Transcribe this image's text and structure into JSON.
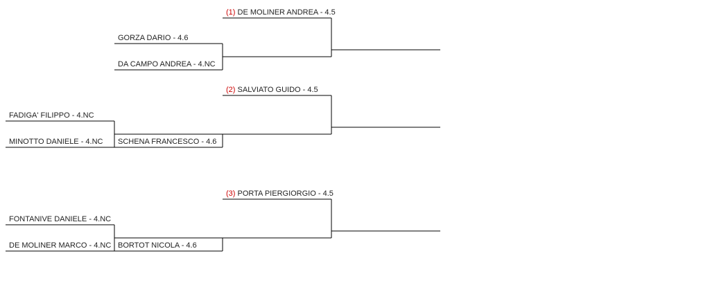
{
  "colors": {
    "line": "#000000",
    "text": "#222222",
    "seed": "#cc0000"
  },
  "groups": [
    {
      "r1": null,
      "r2": [
        {
          "name": "GORZA DARIO - 4.6"
        },
        {
          "name": "DA CAMPO ANDREA - 4.NC"
        }
      ],
      "r3": [
        {
          "seed": "(1)",
          "name": "DE MOLINER ANDREA - 4.5"
        }
      ]
    },
    {
      "r1": [
        {
          "name": "FADIGA' FILIPPO - 4.NC"
        },
        {
          "name": "MINOTTO DANIELE - 4.NC"
        }
      ],
      "r2": [
        {
          "name": "SCHENA FRANCESCO - 4.6"
        }
      ],
      "r3": [
        {
          "seed": "(2)",
          "name": "SALVIATO GUIDO - 4.5"
        }
      ]
    },
    {
      "r1": [
        {
          "name": "FONTANIVE DANIELE - 4.NC"
        },
        {
          "name": "DE MOLINER MARCO - 4.NC"
        }
      ],
      "r2": [
        {
          "name": "BORTOT NICOLA - 4.6"
        }
      ],
      "r3": [
        {
          "seed": "(3)",
          "name": "PORTA PIERGIORGIO - 4.5"
        }
      ]
    }
  ]
}
